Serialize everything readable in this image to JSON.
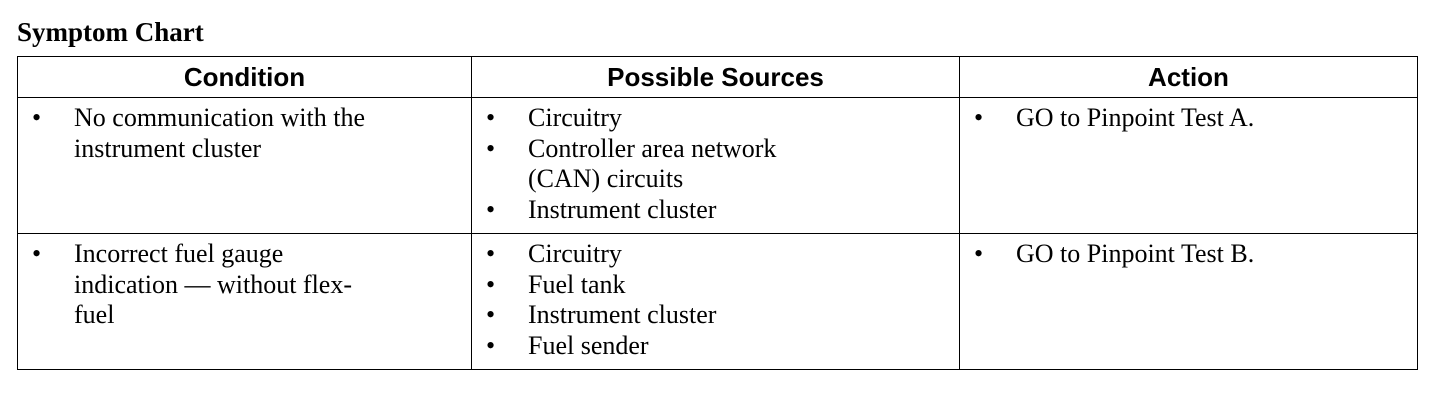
{
  "title": "Symptom Chart",
  "columns": [
    "Condition",
    "Possible Sources",
    "Action"
  ],
  "rows": [
    {
      "condition": [
        "No communication with the instrument cluster"
      ],
      "sources": [
        "Circuitry",
        "Controller area network (CAN) circuits",
        "Instrument cluster"
      ],
      "action": [
        "GO to Pinpoint Test A."
      ]
    },
    {
      "condition": [
        "Incorrect fuel gauge indication — without flex-fuel"
      ],
      "sources": [
        "Circuitry",
        "Fuel tank",
        "Instrument cluster",
        "Fuel sender"
      ],
      "action": [
        "GO to Pinpoint Test B."
      ]
    }
  ],
  "bullet": "•"
}
